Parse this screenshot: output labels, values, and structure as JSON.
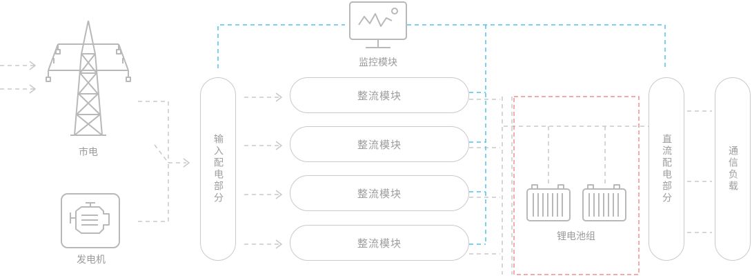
{
  "sources": {
    "grid_label": "市电",
    "generator_label": "发电机"
  },
  "monitor": {
    "label": "监控模块"
  },
  "input_distribution": {
    "label": "输入配电部分"
  },
  "rectifiers": [
    {
      "label": "整流模块"
    },
    {
      "label": "整流模块"
    },
    {
      "label": "整流模块"
    },
    {
      "label": "整流模块"
    }
  ],
  "battery": {
    "label": "锂电池组"
  },
  "dc_distribution": {
    "label": "直流配电部分"
  },
  "load": {
    "label": "通信负载"
  },
  "colors": {
    "line": "#c8c8c8",
    "signal": "#4fc3e8",
    "battery_frame": "#f08d8d",
    "text": "#9a9a9a"
  },
  "icons": {
    "grid": "power-tower-icon",
    "generator": "engine-icon",
    "monitor": "monitor-chart-icon",
    "battery": "battery-icon"
  }
}
